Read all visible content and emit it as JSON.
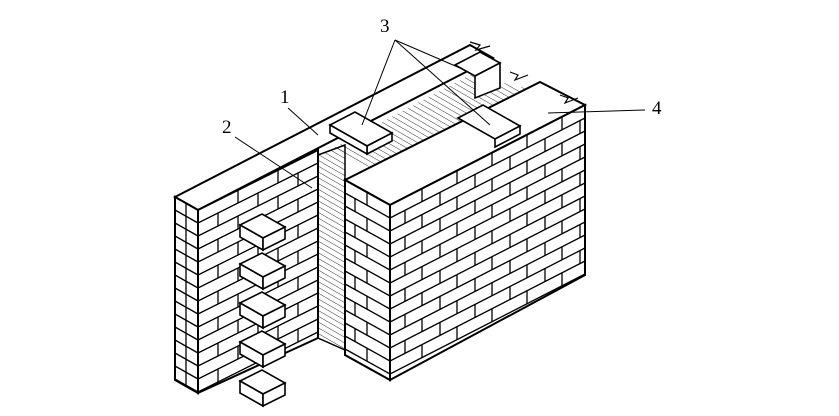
{
  "labels": {
    "one": "1",
    "two": "2",
    "three": "3",
    "four": "4"
  },
  "colors": {
    "ink": "#000000",
    "paper": "#ffffff"
  }
}
